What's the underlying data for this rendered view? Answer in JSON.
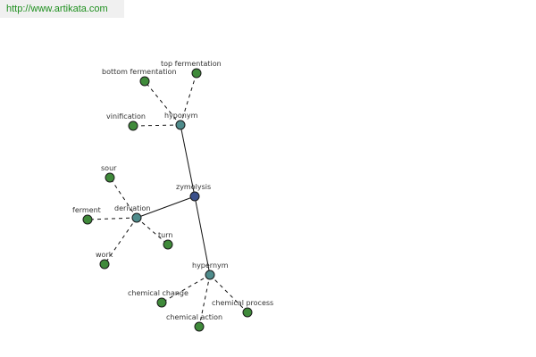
{
  "watermark": "http://www.artikata.com",
  "colors": {
    "center": "#3a4f8a",
    "relation": "#4f8c8c",
    "leaf": "#3f8a3a"
  },
  "nodes": [
    {
      "id": "zymolysis",
      "label": "zymolysis",
      "kind": "center"
    },
    {
      "id": "hyponym",
      "label": "hyponym",
      "kind": "relation"
    },
    {
      "id": "derivation",
      "label": "derivation",
      "kind": "relation"
    },
    {
      "id": "hypernym",
      "label": "hypernym",
      "kind": "relation"
    },
    {
      "id": "top-fermentation",
      "label": "top fermentation",
      "kind": "leaf"
    },
    {
      "id": "bottom-fermentation",
      "label": "bottom fermentation",
      "kind": "leaf"
    },
    {
      "id": "vinification",
      "label": "vinification",
      "kind": "leaf"
    },
    {
      "id": "sour",
      "label": "sour",
      "kind": "leaf"
    },
    {
      "id": "ferment",
      "label": "ferment",
      "kind": "leaf"
    },
    {
      "id": "turn",
      "label": "turn",
      "kind": "leaf"
    },
    {
      "id": "work",
      "label": "work",
      "kind": "leaf"
    },
    {
      "id": "chemical-change",
      "label": "chemical change",
      "kind": "leaf"
    },
    {
      "id": "chemical-action",
      "label": "chemical action",
      "kind": "leaf"
    },
    {
      "id": "chemical-process",
      "label": "chemical process",
      "kind": "leaf"
    }
  ],
  "edges": [
    {
      "from": "zymolysis",
      "to": "hyponym",
      "style": "solid"
    },
    {
      "from": "zymolysis",
      "to": "derivation",
      "style": "solid"
    },
    {
      "from": "zymolysis",
      "to": "hypernym",
      "style": "solid"
    },
    {
      "from": "hyponym",
      "to": "top-fermentation",
      "style": "dashed"
    },
    {
      "from": "hyponym",
      "to": "bottom-fermentation",
      "style": "dashed"
    },
    {
      "from": "hyponym",
      "to": "vinification",
      "style": "dashed"
    },
    {
      "from": "derivation",
      "to": "sour",
      "style": "dashed"
    },
    {
      "from": "derivation",
      "to": "ferment",
      "style": "dashed"
    },
    {
      "from": "derivation",
      "to": "turn",
      "style": "dashed"
    },
    {
      "from": "derivation",
      "to": "work",
      "style": "dashed"
    },
    {
      "from": "hypernym",
      "to": "chemical-change",
      "style": "dashed"
    },
    {
      "from": "hypernym",
      "to": "chemical-action",
      "style": "dashed"
    },
    {
      "from": "hypernym",
      "to": "chemical-process",
      "style": "dashed"
    }
  ]
}
